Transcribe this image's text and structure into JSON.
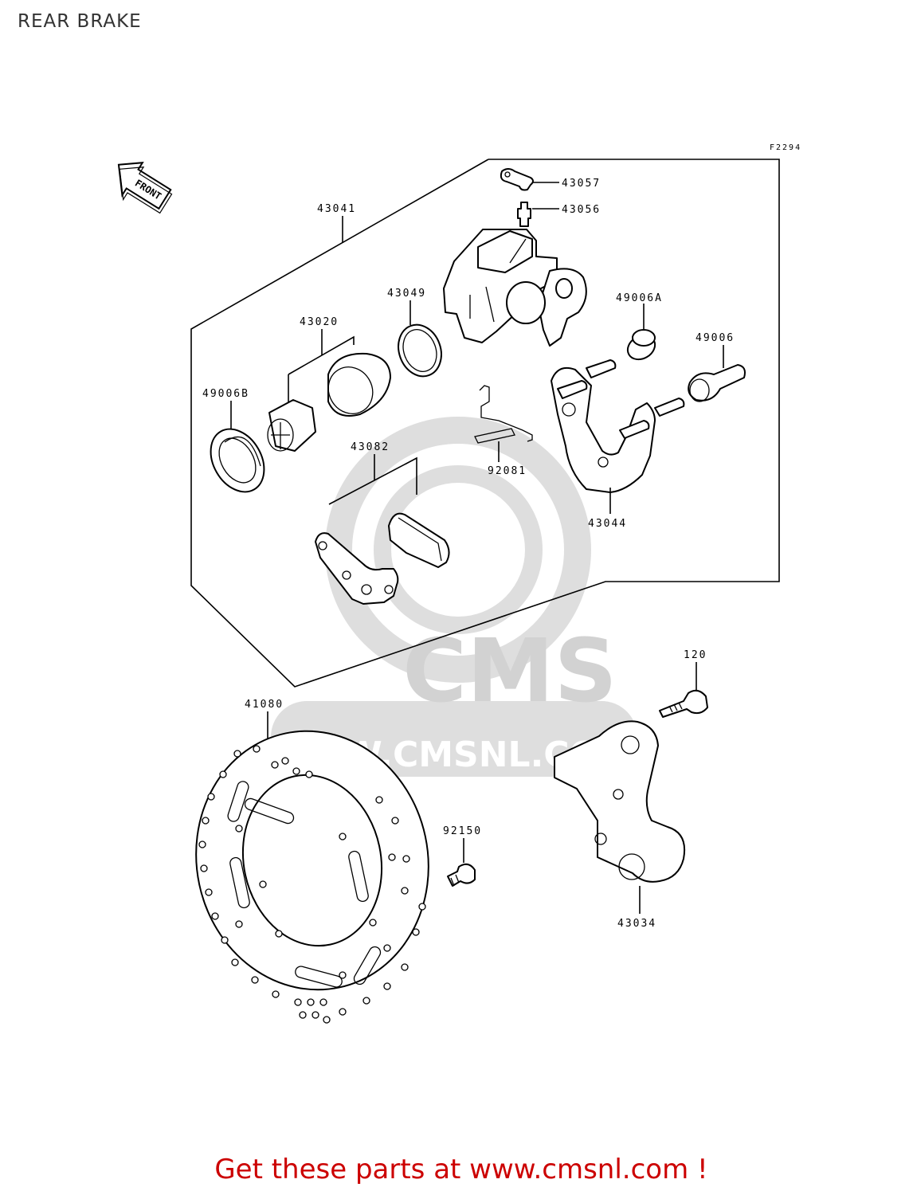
{
  "title": "REAR BRAKE",
  "figure_code": "F2294",
  "front_marker": "FRONT",
  "watermark": {
    "logo_text": "CMS",
    "url_text": "WWW.CMSNL.COM"
  },
  "callouts": {
    "p43057": "43057",
    "p43056": "43056",
    "p43041": "43041",
    "p43049": "43049",
    "p43020": "43020",
    "p49006A": "49006A",
    "p49006": "49006",
    "p49006B": "49006B",
    "p43082": "43082",
    "p92081": "92081",
    "p43044": "43044",
    "p120": "120",
    "p41080": "41080",
    "p92150": "92150",
    "p43034": "43034"
  },
  "cta_text": "Get these parts at www.cmsnl.com !",
  "colors": {
    "cta": "#cc0000",
    "watermark": "#d8d8d8",
    "line": "#000000"
  }
}
